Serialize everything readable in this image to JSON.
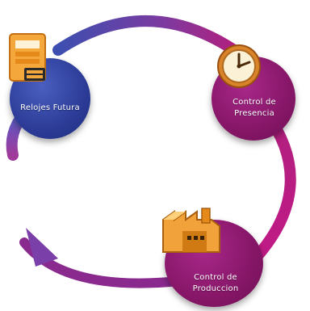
{
  "nodes": {
    "relojes": {
      "label": "Relojes Futura",
      "color": "#2f3f9a",
      "icon": "time-clock-terminal-icon"
    },
    "presencia": {
      "label_line1": "Control de",
      "label_line2": "Presencia",
      "color": "#8e1a68",
      "icon": "wall-clock-icon"
    },
    "produccion": {
      "label_line1": "Control de",
      "label_line2": "Produccion",
      "color": "#8e1a68",
      "icon": "factory-icon"
    }
  },
  "colors": {
    "arrow_blue": "#4a5fbf",
    "arrow_magenta": "#b01a7e",
    "icon_orange": "#f2a23a"
  }
}
